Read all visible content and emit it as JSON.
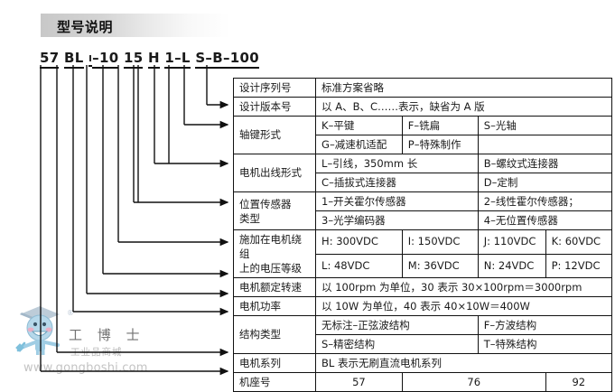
{
  "header": {
    "title": "型号说明"
  },
  "model_code": {
    "segments": [
      {
        "text": "57",
        "underline": true
      },
      {
        "text": "BL",
        "underline": true
      },
      {
        "text": "I",
        "underline": true,
        "small": true
      },
      {
        "text": "–10",
        "underline": true
      },
      {
        "text": "15",
        "underline": true
      },
      {
        "text": "H",
        "underline": true
      },
      {
        "text": "1–L",
        "underline": true
      },
      {
        "text": "S–B–100",
        "underline": true
      }
    ],
    "full_text": "57 BL I –10 15 H 1–L S–B–100"
  },
  "table": {
    "rows": [
      {
        "label": "设计序列号",
        "type": "span1",
        "cells": [
          "标准方案省略"
        ]
      },
      {
        "label": "设计版本号",
        "type": "span1",
        "cells": [
          "以 A、B、C……表示，缺省为 A 版"
        ]
      },
      {
        "label": "轴键形式",
        "type": "grid3",
        "cells": [
          "K–平键",
          "F–铣扁",
          "S–光轴",
          "G–减速机适配",
          "P–特殊制作",
          ""
        ]
      },
      {
        "label": "电机出线形式",
        "type": "grid2",
        "cells": [
          "L–引线，350mm 长",
          "B–螺纹式连接器",
          "C–插拔式连接器",
          "D–定制"
        ]
      },
      {
        "label": "位置传感器\n类型",
        "type": "grid2",
        "cells": [
          "1–开关霍尔传感器",
          "2–线性霍尔传感器；",
          "3–光学编码器",
          "4–无位置传感器"
        ]
      },
      {
        "label": "施加在电机绕组\n上的电压等级",
        "type": "grid4",
        "cells": [
          "H: 300VDC",
          "I: 150VDC",
          "J: 110VDC",
          "K: 60VDC",
          "L: 48VDC",
          "M: 36VDC",
          "N: 24VDC",
          "P: 12VDC"
        ]
      },
      {
        "label": "电机额定转速",
        "type": "span1",
        "cells": [
          "以 100rpm 为单位，30 表示 30×100rpm＝3000rpm"
        ]
      },
      {
        "label": "电机功率",
        "type": "span1",
        "cells": [
          "以 10W 为单位，40 表示 40×10W＝400W"
        ]
      },
      {
        "label": "结构类型",
        "type": "grid2",
        "cells": [
          "无标注–正弦波结构",
          "F–方波结构",
          "S–精密结构",
          "T–特殊结构"
        ]
      },
      {
        "label": "电机系列",
        "type": "span1",
        "cells": [
          "BL 表示无刷直流电机系列"
        ]
      },
      {
        "label": "机座号",
        "type": "seat3",
        "cells": [
          "57",
          "76",
          "92"
        ]
      }
    ],
    "labels": {
      "r1": "设计序列号",
      "r2": "设计版本号",
      "r3": "轴键形式",
      "r4": "电机出线形式",
      "r5a": "位置传感器",
      "r5b": "类型",
      "r6a": "施加在电机绕组",
      "r6b": "上的电压等级",
      "r7": "电机额定转速",
      "r8": "电机功率",
      "r9": "结构类型",
      "r10": "电机系列",
      "r11": "机座号"
    },
    "values": {
      "v1": "标准方案省略",
      "v2": "以 A、B、C……表示，缺省为 A 版",
      "v3a": "K–平键",
      "v3b": "F–铣扁",
      "v3c": "S–光轴",
      "v3d": "G–减速机适配",
      "v3e": "P–特殊制作",
      "v3f": "",
      "v4a": "L–引线，350mm 长",
      "v4b": "B–螺纹式连接器",
      "v4c": "C–插拔式连接器",
      "v4d": "D–定制",
      "v5a": "1–开关霍尔传感器",
      "v5b": "2–线性霍尔传感器；",
      "v5c": "3–光学编码器",
      "v5d": "4–无位置传感器",
      "v6a": "H: 300VDC",
      "v6b": "I: 150VDC",
      "v6c": "J: 110VDC",
      "v6d": "K: 60VDC",
      "v6e": "L: 48VDC",
      "v6f": "M: 36VDC",
      "v6g": "N: 24VDC",
      "v6h": "P: 12VDC",
      "v7": "以 100rpm 为单位，30 表示 30×100rpm＝3000rpm",
      "v8": "以 10W 为单位，40 表示 40×10W＝400W",
      "v9a": "无标注–正弦波结构",
      "v9b": "F–方波结构",
      "v9c": "S–精密结构",
      "v9d": "T–特殊结构",
      "v10": "BL 表示无刷直流电机系列",
      "v11a": "57",
      "v11b": "76",
      "v11c": "92"
    }
  },
  "watermark": {
    "brand": "工 博 士",
    "registered": "®",
    "subtitle": "工业品商城",
    "url": "www.gongboshi.com",
    "mascot_icon": "engineer-mascot-icon",
    "colors": {
      "mascot_body": "#aacfe4",
      "mascot_cheek": "#f3a8bd",
      "text": "#c3c3c3"
    }
  },
  "colors": {
    "line": "#111111",
    "header_gradient_start": "#c8c8c8",
    "header_gradient_end": "#ffffff",
    "text": "#1a1a1a"
  }
}
